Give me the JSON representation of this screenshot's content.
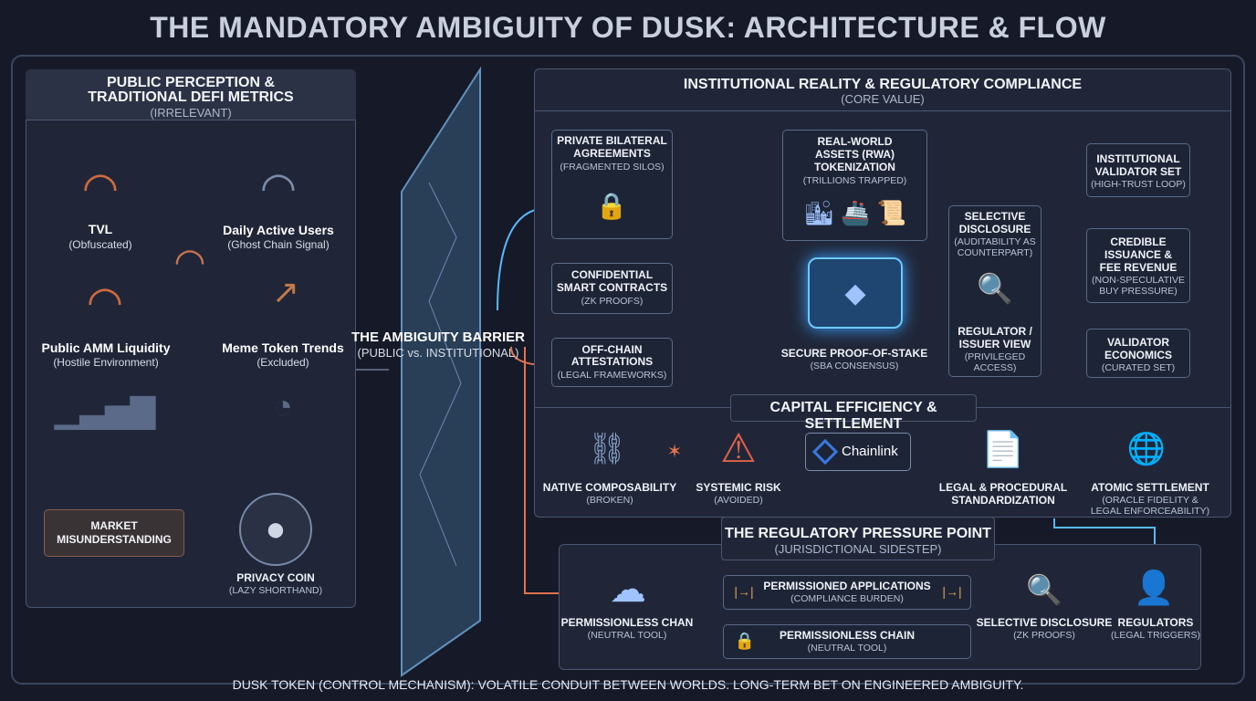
{
  "title": "THE MANDATORY AMBIGUITY OF DUSK: ARCHITECTURE & FLOW",
  "public": {
    "header_line1": "PUBLIC PERCEPTION &",
    "header_line2": "TRADITIONAL DEFI METRICS",
    "header_sub": "(IRRELEVANT)",
    "tvl": "TVL",
    "tvl_sub": "(Obfuscated)",
    "dau": "Daily Active Users",
    "dau_sub": "(Ghost Chain Signal)",
    "amm": "Public AMM Liquidity",
    "amm_sub": "(Hostile Environment)",
    "meme": "Meme Token Trends",
    "meme_sub": "(Excluded)",
    "market_line1": "MARKET",
    "market_line2": "MISUNDERSTANDING",
    "privacy": "PRIVACY COIN",
    "privacy_sub": "(LAZY SHORTHAND)"
  },
  "barrier": {
    "label": "THE AMBIGUITY BARRIER",
    "sub": "(PUBLIC vs. INSTITUTIONAL)"
  },
  "institutional": {
    "header": "INSTITUTIONAL REALITY & REGULATORY COMPLIANCE",
    "header_sub": "(CORE VALUE)",
    "private_l1": "PRIVATE BILATERAL",
    "private_l2": "AGREEMENTS",
    "private_sub": "(FRAGMENTED SILOS)",
    "conf_l1": "CONFIDENTIAL",
    "conf_l2": "SMART CONTRACTS",
    "conf_sub": "(ZK PROOFS)",
    "offchain_l1": "OFF-CHAIN",
    "offchain_l2": "ATTESTATIONS",
    "offchain_sub": "(LEGAL FRAMEWORKS)",
    "rwa_l1": "REAL-WORLD",
    "rwa_l2": "ASSETS (RWA)",
    "rwa_l3": "TOKENIZATION",
    "rwa_sub": "(TRILLIONS TRAPPED)",
    "pos": "SECURE PROOF-OF-STAKE",
    "pos_sub": "(SBA CONSENSUS)",
    "sel_l1": "SELECTIVE",
    "sel_l2": "DISCLOSURE",
    "sel_sub1": "(AUDITABILITY AS",
    "sel_sub2": "COUNTERPART)",
    "reg_l1": "REGULATOR /",
    "reg_l2": "ISSUER VIEW",
    "reg_sub1": "(PRIVILEGED",
    "reg_sub2": "ACCESS)",
    "val_l1": "INSTITUTIONAL",
    "val_l2": "VALIDATOR SET",
    "val_sub": "(HIGH-TRUST LOOP)",
    "cred_l1": "CREDIBLE",
    "cred_l2": "ISSUANCE &",
    "cred_l3": "FEE REVENUE",
    "cred_sub1": "(NON-SPECULATIVE",
    "cred_sub2": "BUY PRESSURE)",
    "econ_l1": "VALIDATOR",
    "econ_l2": "ECONOMICS",
    "econ_sub": "(CURATED SET)"
  },
  "capital": {
    "header": "CAPITAL EFFICIENCY & SETTLEMENT",
    "native": "NATIVE COMPOSABILITY",
    "native_sub": "(BROKEN)",
    "risk": "SYSTEMIC RISK",
    "risk_sub": "(AVOIDED)",
    "chainlink": "Chainlink",
    "legal_l1": "LEGAL & PROCEDURAL",
    "legal_l2": "STANDARDIZATION",
    "atomic": "ATOMIC SETTLEMENT",
    "atomic_sub1": "(ORACLE FIDELITY &",
    "atomic_sub2": "LEGAL ENFORCEABILITY)"
  },
  "regulatory": {
    "header": "THE REGULATORY PRESSURE POINT",
    "header_sub": "(JURISDICTIONAL SIDESTEP)",
    "permless": "PERMISSIONLESS CHAN",
    "permless_sub": "(NEUTRAL TOOL)",
    "permapps": "PERMISSIONED APPLICATIONS",
    "permapps_sub": "(COMPLIANCE BURDEN)",
    "permchain": "PERMISSIONLESS CHAIN",
    "permchain_sub": "(NEUTRAL TOOL)",
    "seldis": "SELECTIVE DISCLOSURE",
    "seldis_sub": "(ZK PROOFS)",
    "regs": "REGULATORS",
    "regs_sub": "(LEGAL TRIGGERS)"
  },
  "footer": "DUSK TOKEN (CONTROL MECHANISM): VOLATILE CONDUIT BETWEEN WORLDS. LONG-TERM BET ON ENGINEERED AMBIGUITY.",
  "colors": {
    "accent": "#4fb8ff",
    "warning": "#e0634a",
    "panel": "#202638"
  }
}
